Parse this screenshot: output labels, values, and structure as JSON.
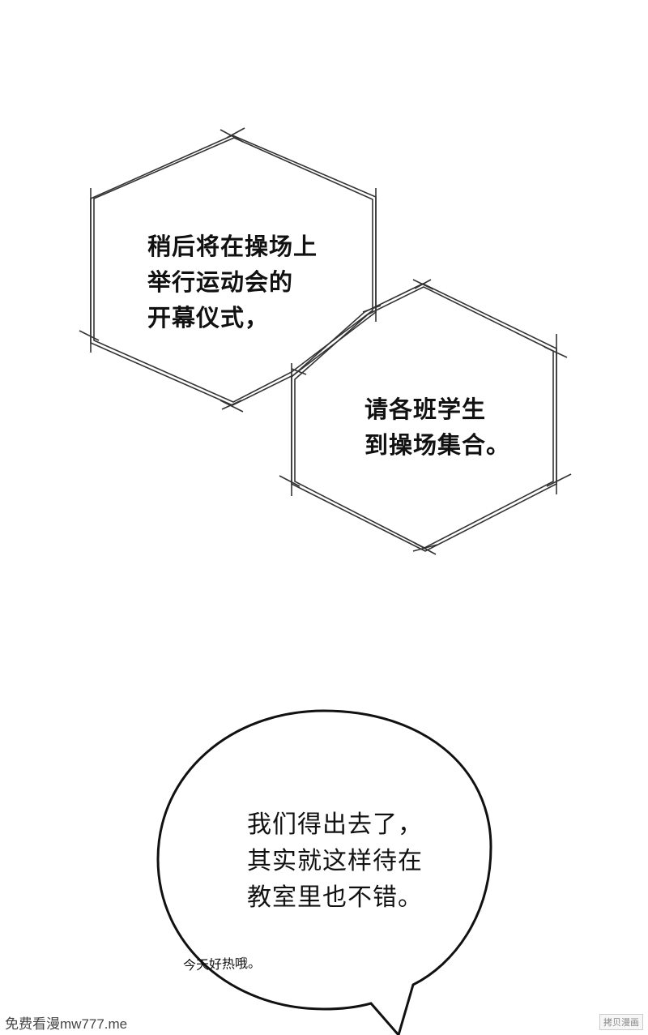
{
  "announcement": {
    "bubble_1": [
      "稍后将在操场上",
      "举行运动会的",
      "开幕仪式，"
    ],
    "bubble_2": [
      "请各班学生",
      "到操场集合。"
    ]
  },
  "speech_bubble": {
    "lines": [
      "我们得出去了，",
      "其实就这样待在",
      "教室里也不错。"
    ],
    "whisper": "今天好热哦。"
  },
  "watermark": {
    "site": "免费看漫mw777.me",
    "stamp": "拷贝漫画"
  },
  "colors": {
    "background": "#ffffff",
    "ink": "#111111",
    "frame_line": "#333333"
  }
}
